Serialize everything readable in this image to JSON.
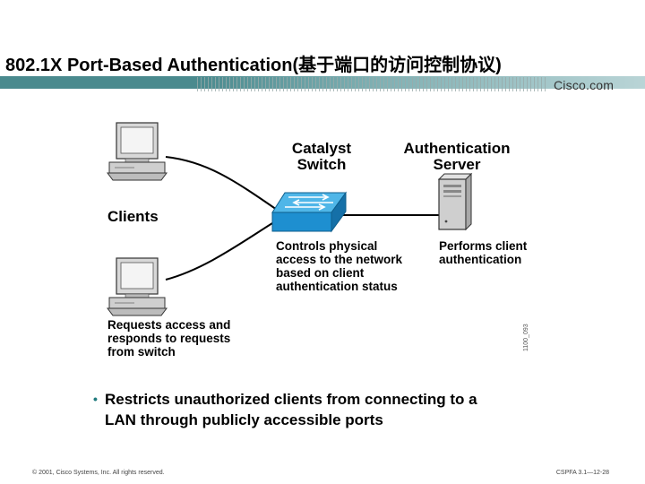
{
  "slide": {
    "title": "802.1X Port-Based Authentication(基于端口的访问控制协议)",
    "logo": "Cisco.com",
    "doc_id": "1100_093",
    "footer_copyright": "© 2001, Cisco Systems, Inc. All rights reserved.",
    "footer_course": "CSPFA 3.1—12-28"
  },
  "diagram": {
    "clients_label": "Clients",
    "switch_label_line1": "Catalyst",
    "switch_label_line2": "Switch",
    "server_label_line1": "Authentication",
    "server_label_line2": "Server",
    "switch_desc": [
      "Controls physical",
      "access to the network",
      "based on client",
      "authentication status"
    ],
    "server_desc": [
      "Performs client",
      "authentication"
    ],
    "client_desc": [
      "Requests access and",
      "responds to requests",
      "from switch"
    ]
  },
  "bullets": [
    {
      "line1": "Restricts unauthorized clients from connecting to a",
      "line2": "LAN through publicly accessible ports"
    }
  ],
  "colors": {
    "band": "#4a8a8e",
    "switch": "#1e8fd0",
    "bullet": "#1f7a7d"
  }
}
